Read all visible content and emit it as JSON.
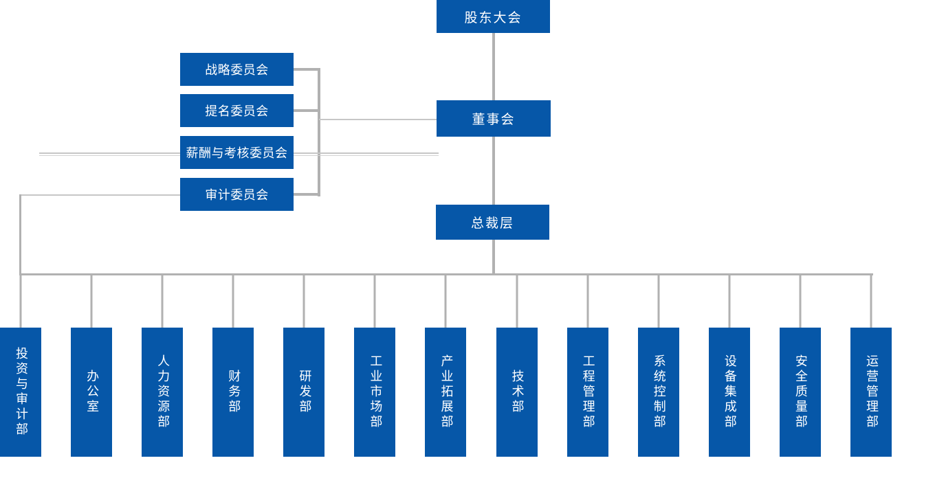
{
  "org": {
    "colors": {
      "node_blue": "#0657a8",
      "connector_gray": "#b1b1b1",
      "connector_light_gray": "#c6c6c6",
      "node_text": "#ffffff",
      "background": "#ffffff"
    },
    "top": {
      "label": "股东大会"
    },
    "board": {
      "label": "董事会"
    },
    "president": {
      "label": "总裁层"
    },
    "committees": [
      {
        "label": "战略委员会"
      },
      {
        "label": "提名委员会"
      },
      {
        "label": "薪酬与考核委员会"
      },
      {
        "label": "审计委员会"
      }
    ],
    "departments": [
      {
        "label": "投资与审计部"
      },
      {
        "label": "办公室"
      },
      {
        "label": "人力资源部"
      },
      {
        "label": "财务部"
      },
      {
        "label": "研发部"
      },
      {
        "label": "工业市场部"
      },
      {
        "label": "产业拓展部"
      },
      {
        "label": "技术部"
      },
      {
        "label": "工程管理部"
      },
      {
        "label": "系统控制部"
      },
      {
        "label": "设备集成部"
      },
      {
        "label": "安全质量部"
      },
      {
        "label": "运营管理部"
      }
    ]
  }
}
